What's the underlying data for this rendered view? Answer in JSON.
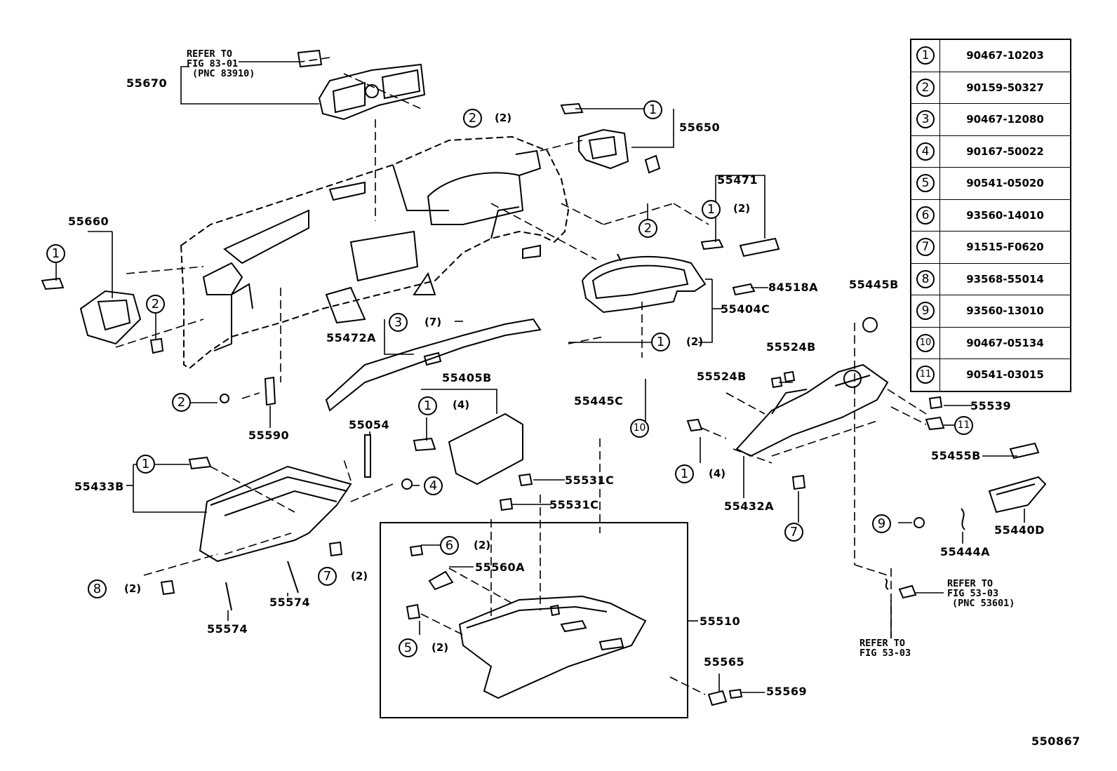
{
  "figure_number": "550867",
  "part_table": [
    {
      "ref": "1",
      "part": "90467-10203"
    },
    {
      "ref": "2",
      "part": "90159-50327"
    },
    {
      "ref": "3",
      "part": "90467-12080"
    },
    {
      "ref": "4",
      "part": "90167-50022"
    },
    {
      "ref": "5",
      "part": "90541-05020"
    },
    {
      "ref": "6",
      "part": "93560-14010"
    },
    {
      "ref": "7",
      "part": "91515-F0620"
    },
    {
      "ref": "8",
      "part": "93568-55014"
    },
    {
      "ref": "9",
      "part": "93560-13010"
    },
    {
      "ref": "10",
      "part": "90467-05134"
    },
    {
      "ref": "11",
      "part": "90541-03015"
    }
  ],
  "labels": {
    "p55670": "55670",
    "p55650": "55650",
    "p55660": "55660",
    "p55471": "55471",
    "p84518A": "84518A",
    "p55404C": "55404C",
    "p55445B": "55445B",
    "p55472A": "55472A",
    "p55524B_a": "55524B",
    "p55524B_b": "55524B",
    "p55539": "55539",
    "p55405B": "55405B",
    "p55445C": "55445C",
    "p55590": "55590",
    "p55054": "55054",
    "p55455B": "55455B",
    "p55433B": "55433B",
    "p55531C_a": "55531C",
    "p55531C_b": "55531C",
    "p55432A": "55432A",
    "p55440D": "55440D",
    "p55560A": "55560A",
    "p55444A": "55444A",
    "p55574_a": "55574",
    "p55574_b": "55574",
    "p55510": "55510",
    "p55565": "55565",
    "p55569": "55569"
  },
  "references": {
    "r1_l1": "REFER TO",
    "r1_l2": "FIG 83-01",
    "r1_l3": "(PNC 83910)",
    "r2_l1": "REFER TO",
    "r2_l2": "FIG 53-03",
    "r2_l3": "(PNC 53601)",
    "r3_l1": "REFER TO",
    "r3_l2": "FIG 53-03"
  },
  "callouts": {
    "c1_55650": "1",
    "c2_55670": "2",
    "q2_55670": "(2)",
    "c1_55471": "1",
    "q1_55471": "(2)",
    "c2_mid": "2",
    "c1_55660": "1",
    "c2_55660": "2",
    "c3": "3",
    "q3": "(7)",
    "c1_55404C": "1",
    "q1_55404C": "(2)",
    "c1_55405B": "1",
    "q1_55405B": "(4)",
    "c2_55590": "2",
    "c10": "10",
    "c11": "11",
    "c1_55433B": "1",
    "c4": "4",
    "c1_55432A": "1",
    "q1_55432A": "(4)",
    "c7_a": "7",
    "c6": "6",
    "q6": "(2)",
    "c9": "9",
    "c7_b": "7",
    "q7_b": "(2)",
    "c8": "8",
    "q8": "(2)",
    "c5": "5",
    "q5": "(2)"
  }
}
